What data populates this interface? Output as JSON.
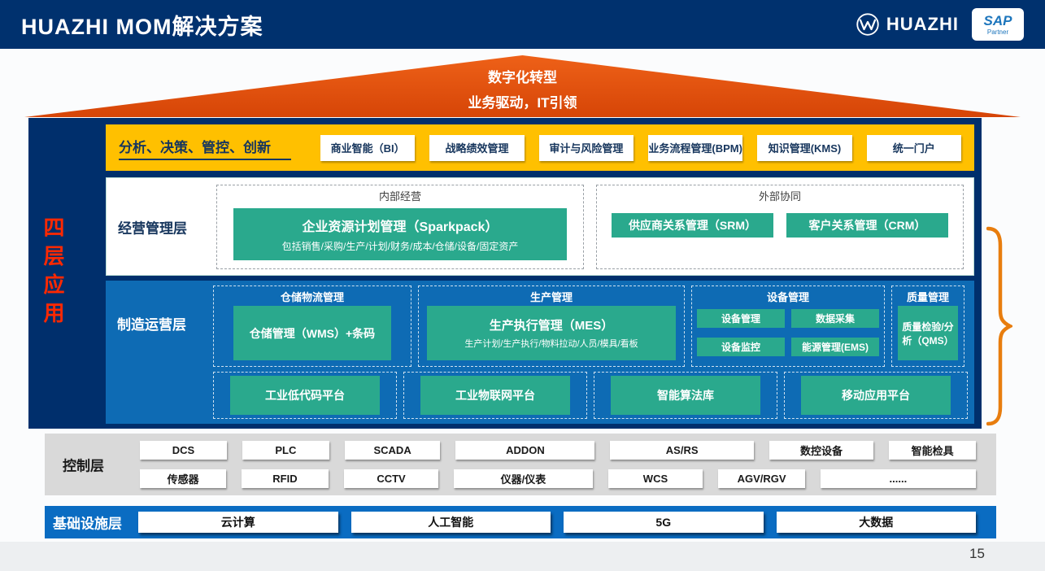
{
  "palette": {
    "navy": "#00316e",
    "roof_orange": "#e05410",
    "yellow": "#ffc000",
    "teal": "#2aa98d",
    "layer_blue": "#0e6bb4",
    "infra_blue": "#0a6cc2",
    "control_gray": "#d9d9d9",
    "accent_red": "#ff2800",
    "bracket_orange": "#e87d0e"
  },
  "header": {
    "title": "HUAZHI MOM解决方案",
    "huazhi_logo_text": "HUAZHI",
    "sap_logo_text": "SAP",
    "sap_logo_sub": "Partner"
  },
  "roof": {
    "line1": "数字化转型",
    "line2": "业务驱动，IT引领"
  },
  "architecture": {
    "side_label": "四层应用"
  },
  "analysis_layer": {
    "label": "分析、决策、管控、创新",
    "items": [
      "商业智能（BI）",
      "战略绩效管理",
      "审计与风险管理",
      "业务流程管理(BPM)",
      "知识管理(KMS)",
      "统一门户"
    ]
  },
  "business_layer": {
    "label": "经营管理层",
    "internal_title": "内部经营",
    "erp_title": "企业资源计划管理（Sparkpack）",
    "erp_subtitle": "包括销售/采购/生产/计划/财务/成本/仓储/设备/固定资产",
    "external_title": "外部协同",
    "external_items": [
      "供应商关系管理（SRM）",
      "客户关系管理（CRM）"
    ]
  },
  "manufacturing_layer": {
    "label": "制造运营层",
    "warehouse_title": "仓储物流管理",
    "warehouse_box": "仓储管理（WMS）+条码",
    "production_title": "生产管理",
    "mes_title": "生产执行管理（MES）",
    "mes_subtitle": "生产计划/生产执行/物料拉动/人员/模具/看板",
    "equipment_title": "设备管理",
    "equipment_items": [
      "设备管理",
      "数据采集",
      "设备监控",
      "能源管理(EMS)"
    ],
    "quality_title": "质量管理",
    "quality_box": "质量检验/分析（QMS）",
    "platforms": [
      "工业低代码平台",
      "工业物联网平台",
      "智能算法库",
      "移动应用平台"
    ]
  },
  "control_layer": {
    "label": "控制层",
    "row1": [
      "DCS",
      "PLC",
      "SCADA",
      "ADDON",
      "AS/RS",
      "数控设备",
      "智能检具"
    ],
    "row2": [
      "传感器",
      "RFID",
      "CCTV",
      "仪器/仪表",
      "WCS",
      "AGV/RGV",
      "......"
    ]
  },
  "infrastructure_layer": {
    "label": "基础设施层",
    "items": [
      "云计算",
      "人工智能",
      "5G",
      "大数据"
    ]
  },
  "page_number": "15"
}
